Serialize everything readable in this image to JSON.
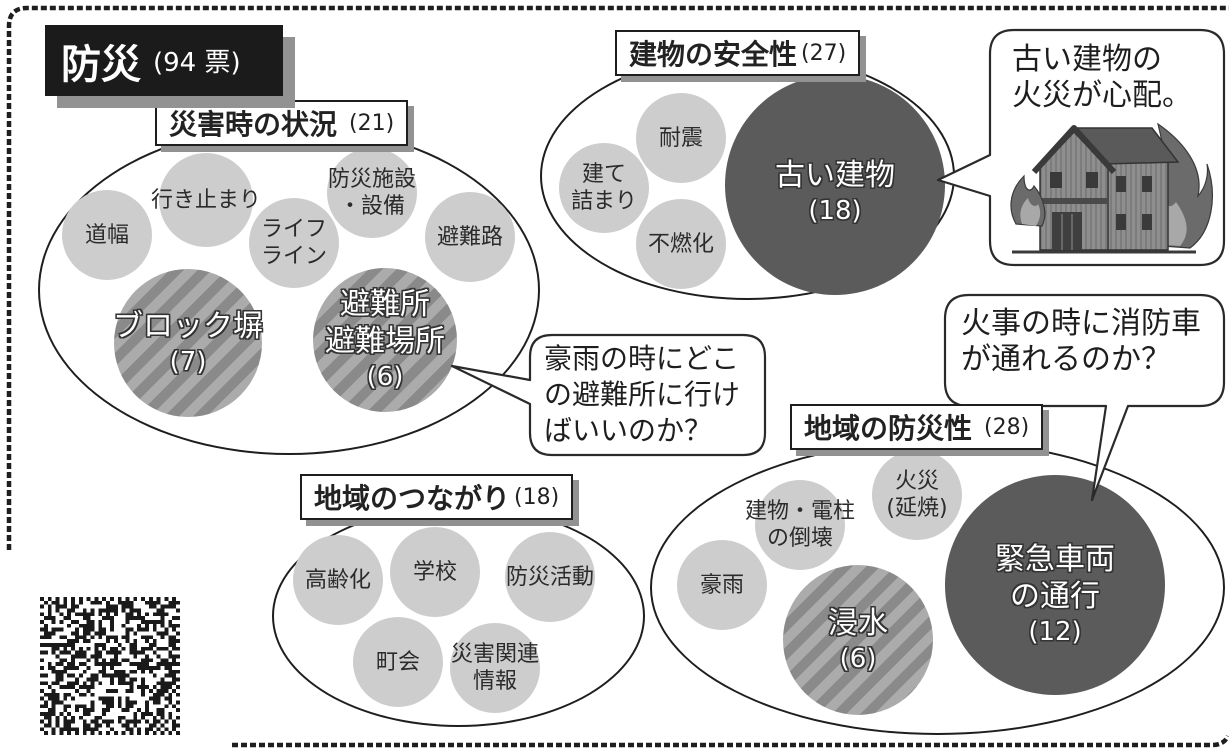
{
  "title": {
    "main": "防災",
    "count": "(94 票)"
  },
  "groups": {
    "situation": {
      "label": "災害時の状況",
      "count": "(21)",
      "bubbles": [
        {
          "label": "道幅"
        },
        {
          "label": "行き止まり"
        },
        {
          "label": "防災施設\n・設備"
        },
        {
          "label": "ライフ\nライン"
        },
        {
          "label": "避難路"
        },
        {
          "label": "ブロック塀",
          "count": "(7)"
        },
        {
          "label": "避難所\n避難場所",
          "count": "(6)"
        }
      ]
    },
    "building_safety": {
      "label": "建物の安全性",
      "count": "(27)",
      "bubbles": [
        {
          "label": "耐震"
        },
        {
          "label": "建て\n詰まり"
        },
        {
          "label": "不燃化"
        },
        {
          "label": "古い建物",
          "count": "(18)"
        }
      ]
    },
    "community": {
      "label": "地域のつながり",
      "count": "(18)",
      "bubbles": [
        {
          "label": "高齢化"
        },
        {
          "label": "学校"
        },
        {
          "label": "防災活動"
        },
        {
          "label": "町会"
        },
        {
          "label": "災害関連\n情報"
        }
      ]
    },
    "area_resilience": {
      "label": "地域の防災性",
      "count": "(28)",
      "bubbles": [
        {
          "label": "建物・電柱\nの倒壊"
        },
        {
          "label": "火災\n(延焼)"
        },
        {
          "label": "豪雨"
        },
        {
          "label": "浸水",
          "count": "(6)"
        },
        {
          "label": "緊急車両\nの通行",
          "count": "(12)"
        }
      ]
    }
  },
  "callouts": {
    "evacuation_question": "豪雨の時にどこ\nの避難所に行け\nばいいのか？",
    "old_building_concern": "古い建物の\n火災が心配。",
    "fire_truck_question": "火事の時に消防車\nが通れるのか？"
  },
  "icons": {
    "callout_illustration": "burning-house-icon",
    "corner_code": "qr-code-icon"
  },
  "colors": {
    "light_bubble": "#cdcdcd",
    "dark_bubble": "#5b5b5b",
    "stripe_dark": "#8a8a8a",
    "stripe_light": "#ababab",
    "title_background": "#1b1b1b",
    "shadow": "#929292"
  }
}
